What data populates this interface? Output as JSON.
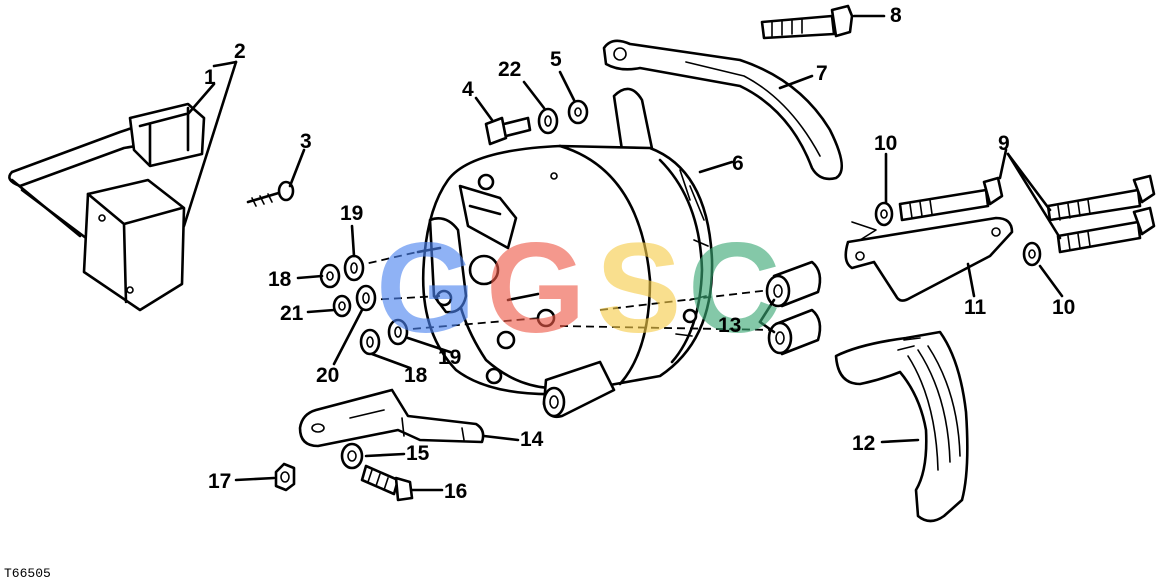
{
  "figure_id": "T66505",
  "watermark": {
    "letters": [
      "G",
      "G",
      "S",
      "C"
    ],
    "colors": [
      "#4c84f0",
      "#ee5a48",
      "#f6cc4a",
      "#3aa874"
    ]
  },
  "callouts": [
    {
      "id": "c1",
      "text": "1"
    },
    {
      "id": "c2",
      "text": "2"
    },
    {
      "id": "c3",
      "text": "3"
    },
    {
      "id": "c4",
      "text": "4"
    },
    {
      "id": "c5",
      "text": "5"
    },
    {
      "id": "c6",
      "text": "6"
    },
    {
      "id": "c7",
      "text": "7"
    },
    {
      "id": "c8",
      "text": "8"
    },
    {
      "id": "c9",
      "text": "9"
    },
    {
      "id": "c10a",
      "text": "10"
    },
    {
      "id": "c10b",
      "text": "10"
    },
    {
      "id": "c11",
      "text": "11"
    },
    {
      "id": "c12",
      "text": "12"
    },
    {
      "id": "c13",
      "text": "13"
    },
    {
      "id": "c14",
      "text": "14"
    },
    {
      "id": "c15",
      "text": "15"
    },
    {
      "id": "c16",
      "text": "16"
    },
    {
      "id": "c17",
      "text": "17"
    },
    {
      "id": "c18a",
      "text": "18"
    },
    {
      "id": "c18b",
      "text": "18"
    },
    {
      "id": "c19a",
      "text": "19"
    },
    {
      "id": "c19b",
      "text": "19"
    },
    {
      "id": "c20",
      "text": "20"
    },
    {
      "id": "c21",
      "text": "21"
    },
    {
      "id": "c22",
      "text": "22"
    }
  ]
}
